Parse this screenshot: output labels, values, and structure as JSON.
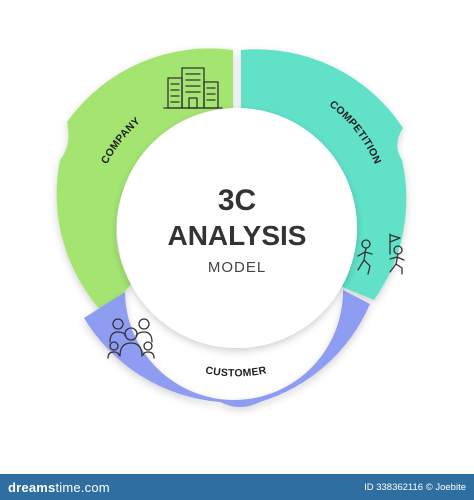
{
  "segments": [
    {
      "label": "COMPANY",
      "color": "#a4e572",
      "icon": "building-icon"
    },
    {
      "label": "COMPETITION",
      "color": "#62e1c9",
      "icon": "race-to-flag-icon"
    },
    {
      "label": "CUSTOMER",
      "color": "#8e9cf2",
      "icon": "customer-group-icon"
    }
  ],
  "center": {
    "line1": "3C",
    "line2": "ANALYSIS",
    "line3": "MODEL"
  },
  "footer": {
    "brand_prefix": "dreams",
    "brand_suffix": "time.com",
    "id_text": "ID 338362116 © Joebite"
  }
}
